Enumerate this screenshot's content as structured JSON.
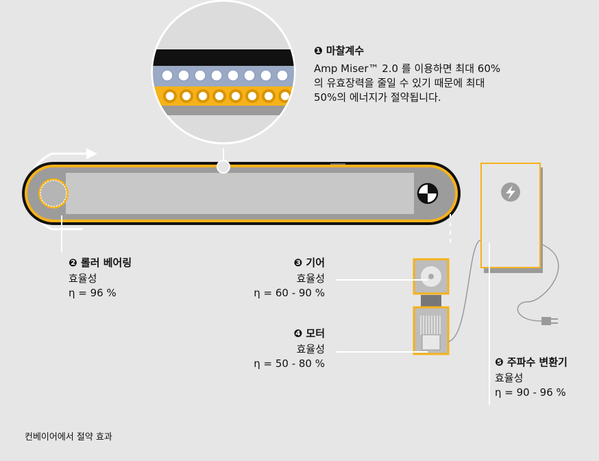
{
  "colors": {
    "background": "#e6e6e6",
    "accent": "#f5b21a",
    "belt": "#111111",
    "roller": "#a8a8a8",
    "box": "#bdbdbd",
    "white": "#ffffff"
  },
  "callout1": {
    "title": "❶ 마찰계수",
    "line1": "Amp Miser™ 2.0 를 이용하면 최대 60%",
    "line2": "의 유효장력을 줄일 수 있기 때문에 최대",
    "line3": "50%의 에너지가 절약됩니다."
  },
  "callout2": {
    "title": "❷ 롤러 베어링",
    "label": "효율성",
    "value": "η = 96 %"
  },
  "callout3": {
    "title": "❸ 기어",
    "label": "효율성",
    "value": "η = 60 - 90 %"
  },
  "callout4": {
    "title": "❹ 모터",
    "label": "효율성",
    "value": "η = 50 - 80 %"
  },
  "callout5": {
    "title": "❺ 주파수 변환기",
    "label": "효율성",
    "value": "η = 90 - 96 %"
  },
  "caption": "컨베이어에서 절약 효과",
  "icons": [
    "lightning-icon",
    "direction-arrow-icon",
    "drive-roller-icon",
    "plug-icon"
  ]
}
